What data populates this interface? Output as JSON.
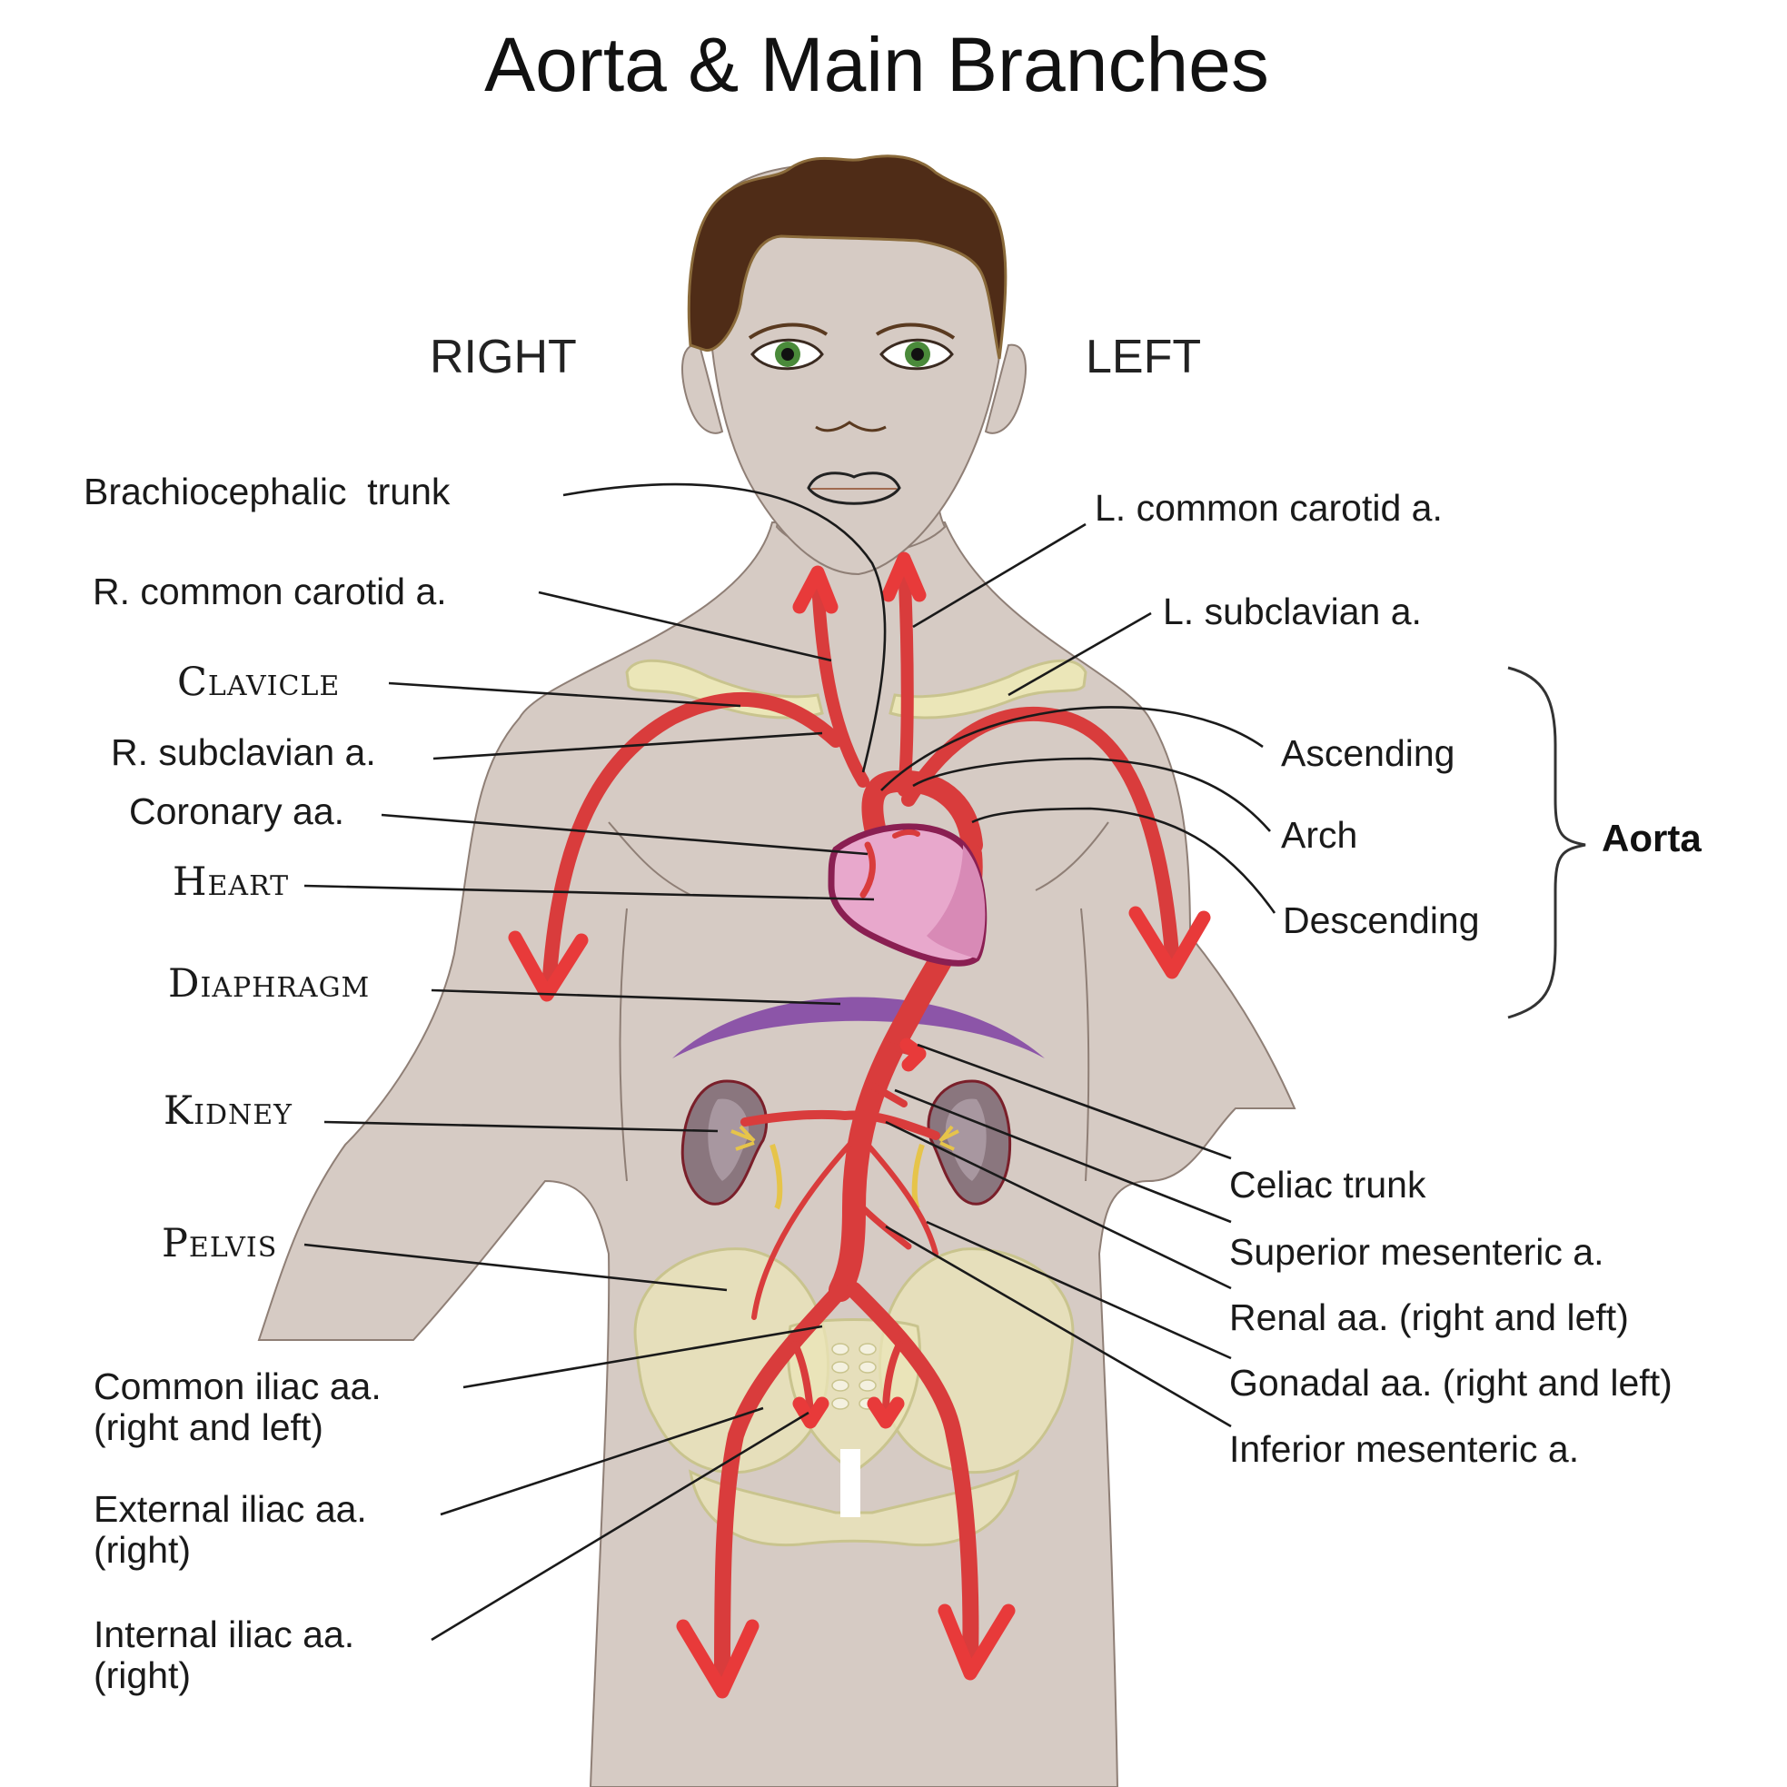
{
  "title": "Aorta & Main Branches",
  "side_right": "RIGHT",
  "side_left": "LEFT",
  "group_label": "Aorta",
  "colors": {
    "skin": "#d6cbc4",
    "skin_outline": "#8f7f76",
    "hair": "#4f2c17",
    "artery": "#d93c3c",
    "heart": "#e8a8cc",
    "heart_outline": "#8a1f52",
    "diaphragm": "#8c55a8",
    "bone": "#ebe6b8",
    "kidney": "#8a767e",
    "eye_iris": "#4a8a3a"
  },
  "labels_left": {
    "brachiocephalic": "Brachiocephalic  trunk",
    "r_common_carotid": "R. common carotid a.",
    "clavicle": "Clavicle",
    "r_subclavian": "R. subclavian a.",
    "coronary": "Coronary aa.",
    "heart": "Heart",
    "diaphragm": "Diaphragm",
    "kidney": "Kidney",
    "pelvis": "Pelvis",
    "common_iliac_1": "Common iliac aa.",
    "common_iliac_2": "(right and left)",
    "external_iliac_1": "External iliac aa.",
    "external_iliac_2": "(right)",
    "internal_iliac_1": "Internal iliac aa.",
    "internal_iliac_2": "(right)"
  },
  "labels_right": {
    "l_common_carotid": "L. common carotid a.",
    "l_subclavian": "L. subclavian a.",
    "ascending": "Ascending",
    "arch": "Arch",
    "descending": "Descending",
    "celiac": "Celiac trunk",
    "superior_mesenteric": "Superior mesenteric a.",
    "renal": "Renal aa. (right and left)",
    "gonadal": "Gonadal aa. (right and left)",
    "inferior_mesenteric": "Inferior mesenteric a."
  }
}
